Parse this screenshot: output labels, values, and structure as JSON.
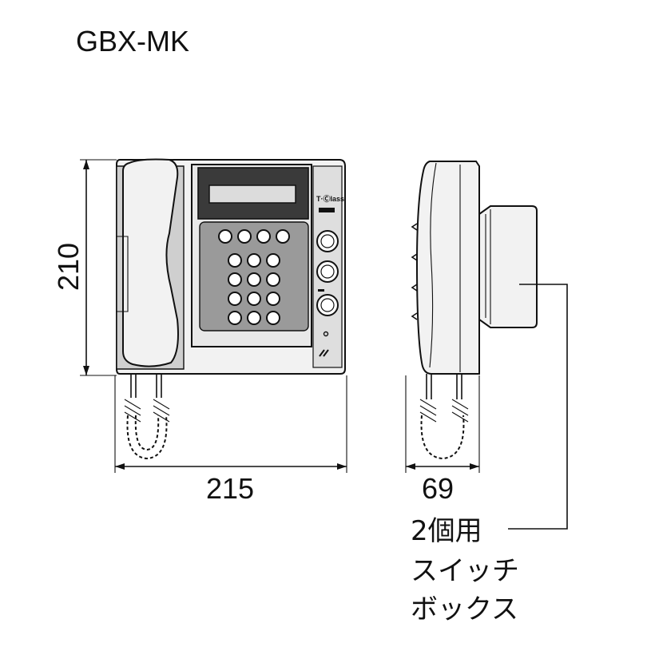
{
  "title": "GBX-MK",
  "dimensions": {
    "height": "210",
    "width": "215",
    "depth": "69"
  },
  "note": {
    "line1": "2個用",
    "line2": "スイッチ",
    "line3": "ボックス"
  }
}
